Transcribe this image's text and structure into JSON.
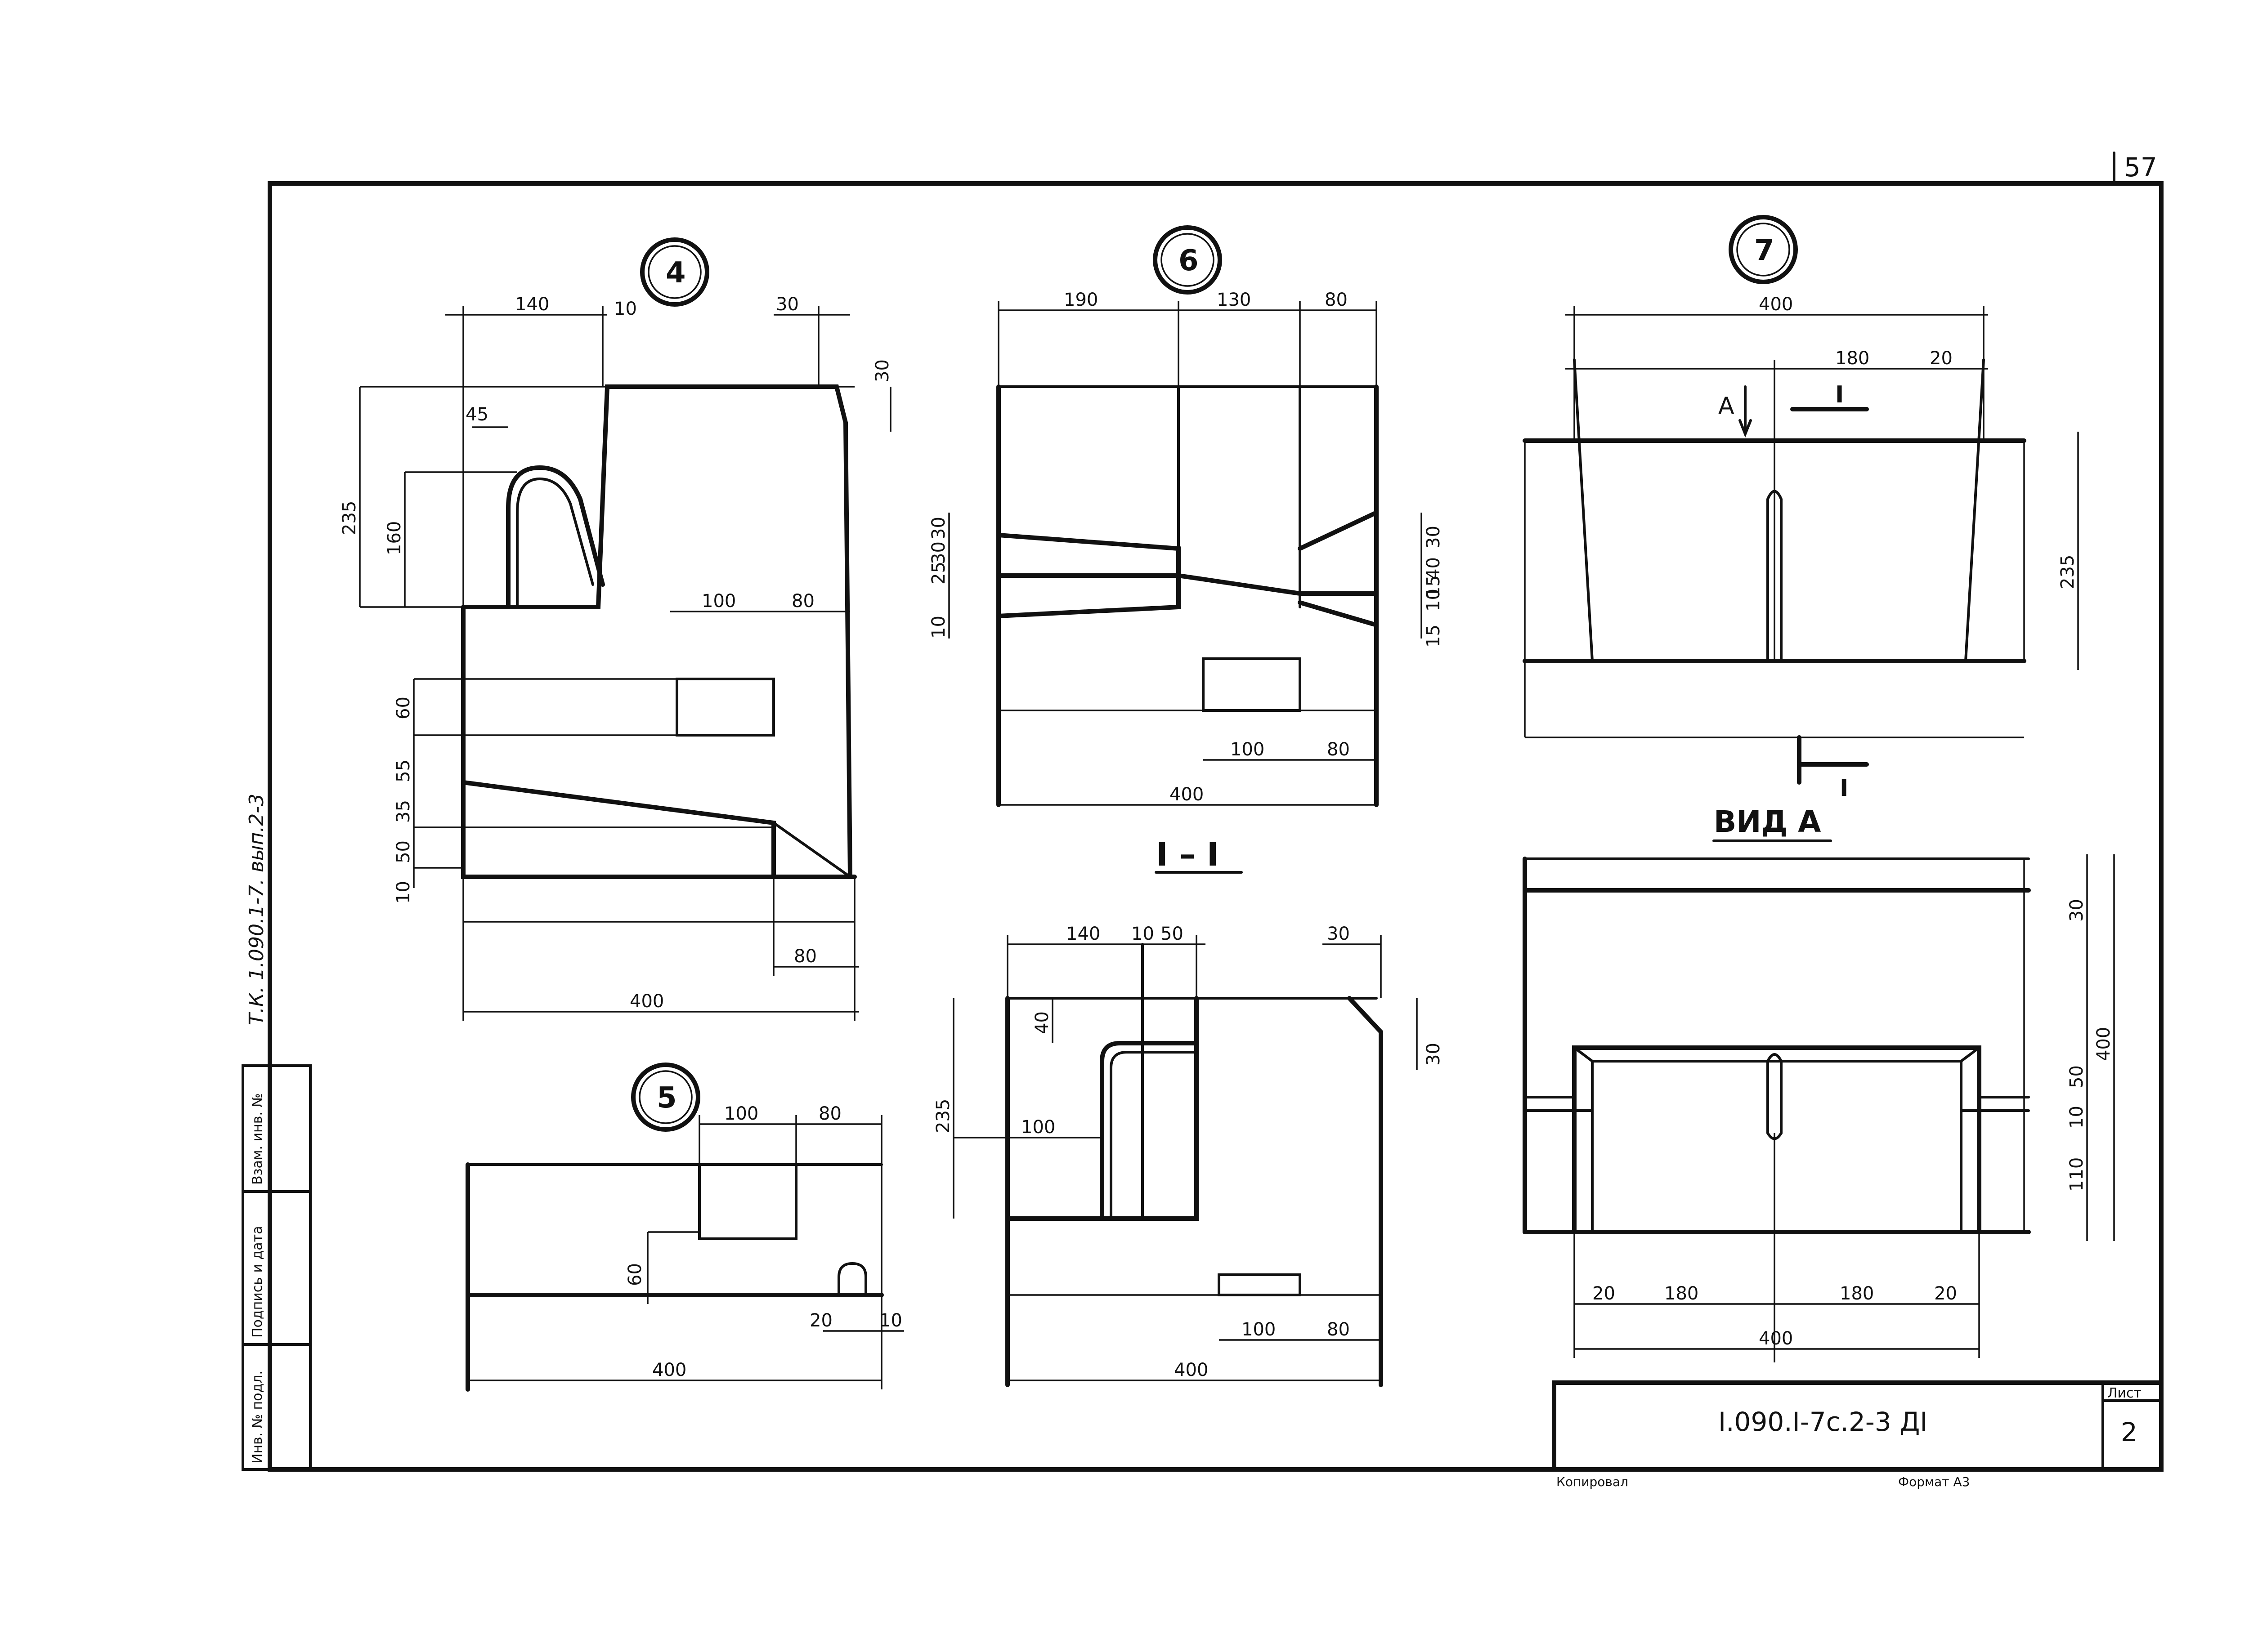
{
  "sheet": {
    "page_number": "57",
    "title_block": {
      "designation": "I.090.I-7c.2-3 ДI",
      "sheet_label": "Лист",
      "sheet_number": "2",
      "copied_label": "Копировал",
      "format_label": "Формат А3"
    },
    "side_stamp": {
      "inv_label": "Инв. № подл.",
      "sign_label": "Подпись и дата",
      "replace_label": "Взам. инв. №"
    },
    "vertical_note": "Т.К. 1.090.1-7. вып.2-3"
  },
  "details": {
    "d4": {
      "callout": "4",
      "dims": [
        "140",
        "10",
        "30",
        "30",
        "45",
        "235",
        "160",
        "100",
        "80",
        "60",
        "55",
        "35",
        "50",
        "10",
        "80",
        "400"
      ]
    },
    "d5": {
      "callout": "5",
      "dims": [
        "100",
        "80",
        "60",
        "20",
        "10",
        "400"
      ]
    },
    "d6": {
      "callout": "6",
      "dims": [
        "190",
        "130",
        "80",
        "30",
        "25",
        "30",
        "10",
        "30",
        "40",
        "15",
        "10",
        "15",
        "100",
        "80",
        "400"
      ]
    },
    "d7": {
      "callout": "7",
      "dims": [
        "400",
        "180",
        "20",
        "235"
      ],
      "view_marker": "А",
      "cut_marker": "I"
    },
    "section11": {
      "title": "I – I",
      "dims": [
        "140",
        "10",
        "50",
        "30",
        "40",
        "30",
        "235",
        "100",
        "100",
        "80",
        "400"
      ]
    },
    "viewA": {
      "title": "ВИД А",
      "dims": [
        "30",
        "400",
        "50",
        "10",
        "110",
        "20",
        "180",
        "180",
        "20",
        "400"
      ]
    }
  }
}
